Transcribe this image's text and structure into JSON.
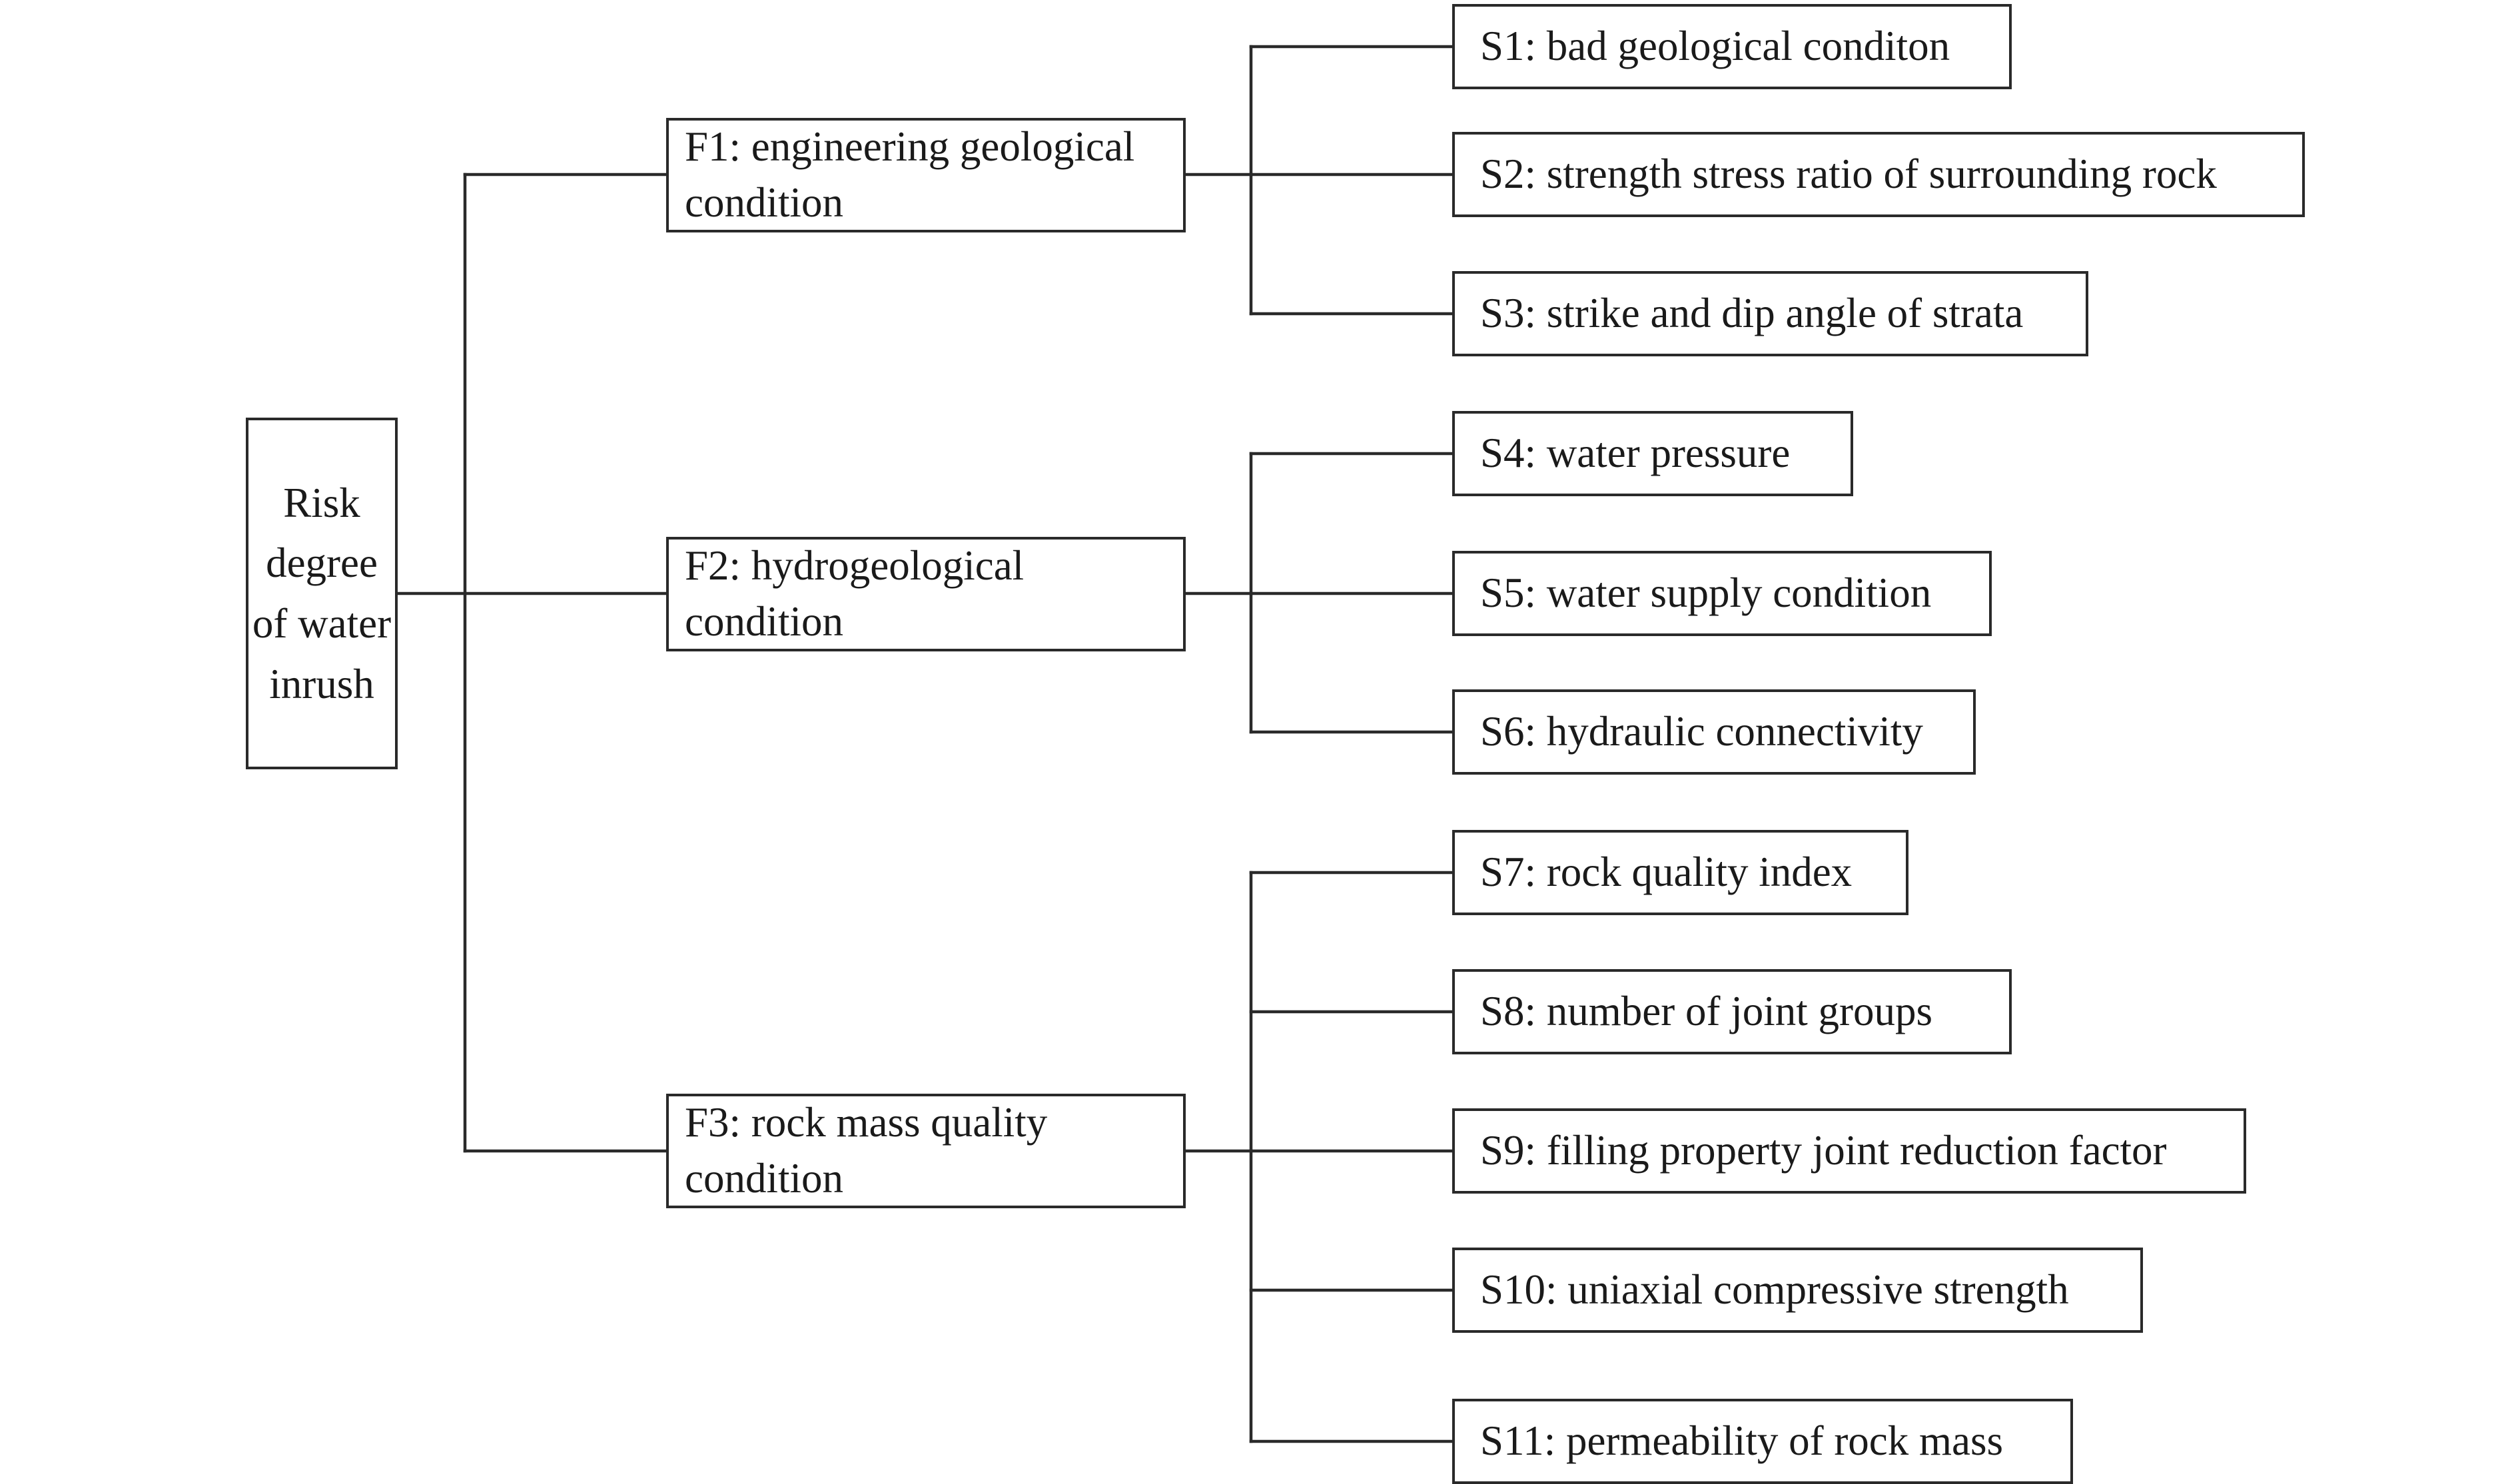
{
  "diagram": {
    "root": {
      "label": "Risk degree of water inrush"
    },
    "factors": [
      {
        "id": "F1",
        "label": "F1: engineering geological condition",
        "indicators": [
          {
            "id": "S1",
            "label": "S1: bad geological conditon"
          },
          {
            "id": "S2",
            "label": "S2: strength stress ratio of surrounding rock"
          },
          {
            "id": "S3",
            "label": "S3: strike and dip angle of strata"
          }
        ]
      },
      {
        "id": "F2",
        "label": "F2: hydrogeological condition",
        "indicators": [
          {
            "id": "S4",
            "label": "S4: water pressure"
          },
          {
            "id": "S5",
            "label": "S5: water supply condition"
          },
          {
            "id": "S6",
            "label": "S6: hydraulic connectivity"
          }
        ]
      },
      {
        "id": "F3",
        "label": "F3: rock mass quality condition",
        "indicators": [
          {
            "id": "S7",
            "label": "S7: rock quality index"
          },
          {
            "id": "S8",
            "label": "S8: number of joint groups"
          },
          {
            "id": "S9",
            "label": "S9: filling property joint reduction factor"
          },
          {
            "id": "S10",
            "label": "S10: uniaxial compressive strength"
          },
          {
            "id": "S11",
            "label": "S11: permeability of rock mass"
          }
        ]
      }
    ],
    "line_color": "#2a2a2a",
    "text_color": "#1a1a1a",
    "background": "#ffffff"
  }
}
